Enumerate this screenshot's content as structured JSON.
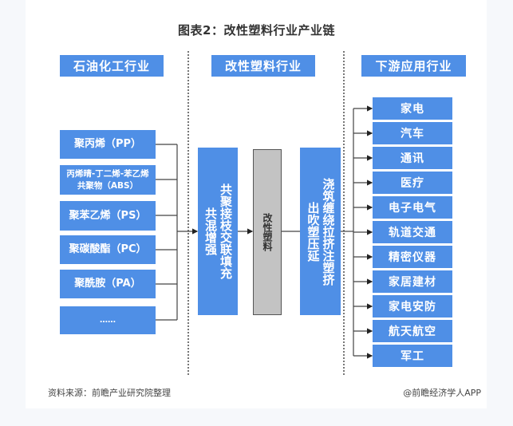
{
  "title": "图表2：改性塑料行业产业链",
  "sections": {
    "upstream": {
      "label": "石油化工行业"
    },
    "midstream": {
      "label": "改性塑料行业"
    },
    "downstream": {
      "label": "下游应用行业"
    }
  },
  "upstream_items": [
    {
      "label": "聚丙烯（PP）"
    },
    {
      "label": "丙烯晴-丁二烯-苯乙烯共聚物（ABS）"
    },
    {
      "label": "聚苯乙烯（PS）"
    },
    {
      "label": "聚碳酸酯（PC）"
    },
    {
      "label": "聚酰胺（PA）"
    },
    {
      "label": "……"
    }
  ],
  "midstream": {
    "methods": "共聚接枝交联填充共混增强",
    "product": "改性塑料",
    "processes": "浇筑缠绕拉挤注塑挤出吹塑压延"
  },
  "downstream_items": [
    {
      "label": "家电"
    },
    {
      "label": "汽车"
    },
    {
      "label": "通讯"
    },
    {
      "label": "医疗"
    },
    {
      "label": "电子电气"
    },
    {
      "label": "轨道交通"
    },
    {
      "label": "精密仪器"
    },
    {
      "label": "家居建材"
    },
    {
      "label": "家电安防"
    },
    {
      "label": "航天航空"
    },
    {
      "label": "军工"
    }
  ],
  "footer": {
    "source": "资料来源：前瞻产业研究院整理",
    "credit": "@前瞻经济学人APP"
  },
  "colors": {
    "box_blue": "#4f8fe6",
    "box_grey": "#c3c3c3",
    "line": "#333333"
  }
}
